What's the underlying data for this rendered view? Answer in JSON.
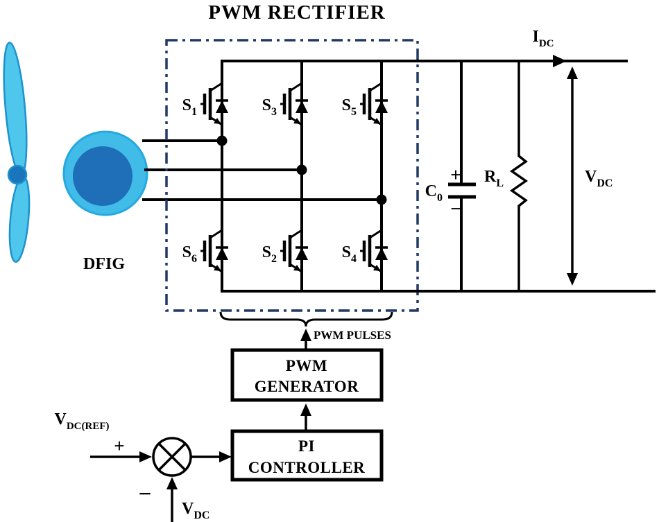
{
  "title": "PWM RECTIFIER",
  "turbine": {
    "generator_label": "DFIG"
  },
  "rectifier": {
    "switches": [
      {
        "main": "S",
        "sub": "1"
      },
      {
        "main": "S",
        "sub": "3"
      },
      {
        "main": "S",
        "sub": "5"
      },
      {
        "main": "S",
        "sub": "6"
      },
      {
        "main": "S",
        "sub": "2"
      },
      {
        "main": "S",
        "sub": "4"
      }
    ]
  },
  "dc_bus": {
    "current": {
      "main": "I",
      "sub": "DC"
    },
    "capacitor": {
      "main": "C",
      "sub": "0"
    },
    "capacitor_plus": "+",
    "capacitor_minus": "−",
    "load": {
      "main": "R",
      "sub": "L"
    },
    "voltage": {
      "main": "V",
      "sub": "DC"
    }
  },
  "control": {
    "pulses_label": "PWM PULSES",
    "pwm_generator_line1": "PWM",
    "pwm_generator_line2": "GENERATOR",
    "pi_controller_line1": "PI",
    "pi_controller_line2": "CONTROLLER",
    "reference": {
      "main": "V",
      "sub": "DC(REF)"
    },
    "feedback": {
      "main": "V",
      "sub": "DC"
    },
    "plus_sign": "+",
    "minus_sign": "−"
  },
  "colors": {
    "line": "#000000",
    "rectifier_box": "#1F3864",
    "blade_fill": "#4FC6EC",
    "hub_fill": "#1B75BB",
    "generator_outer": "#41BBE8",
    "generator_inner": "#1F6FB8"
  }
}
